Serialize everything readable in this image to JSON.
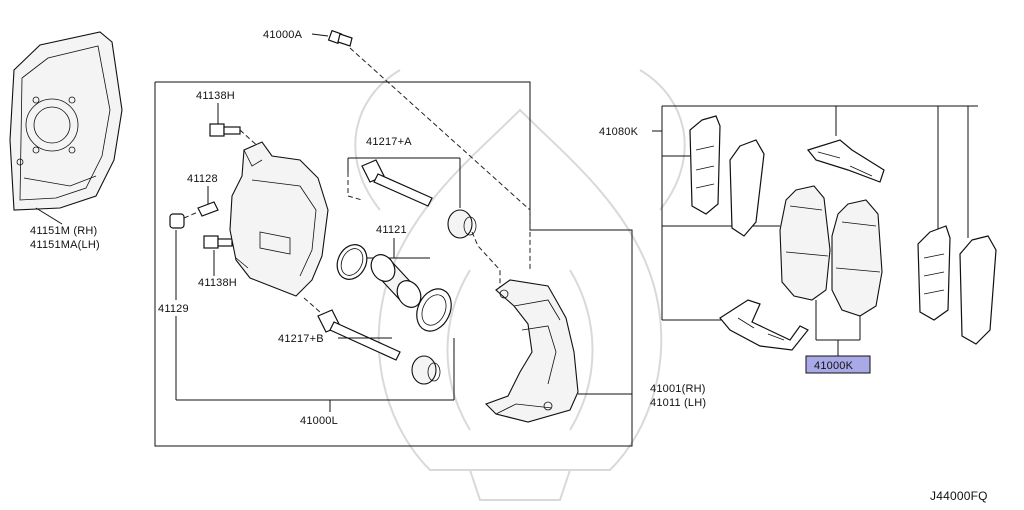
{
  "diagram": {
    "code": "J44000FQ",
    "highlight_color": "#a9a9e8",
    "labels": {
      "l41151m": "41151M (RH)",
      "l41151ma": "41151MA(LH)",
      "l41000a": "41000A",
      "l41138h_top": "41138H",
      "l41138h_bot": "41138H",
      "l41128": "41128",
      "l41129": "41129",
      "l41217a": "41217+A",
      "l41217b": "41217+B",
      "l41121": "41121",
      "l41000l": "41000L",
      "l41001": "41001(RH)",
      "l41011": "41011 (LH)",
      "l41080k": "41080K",
      "l41000k": "41000K"
    }
  }
}
